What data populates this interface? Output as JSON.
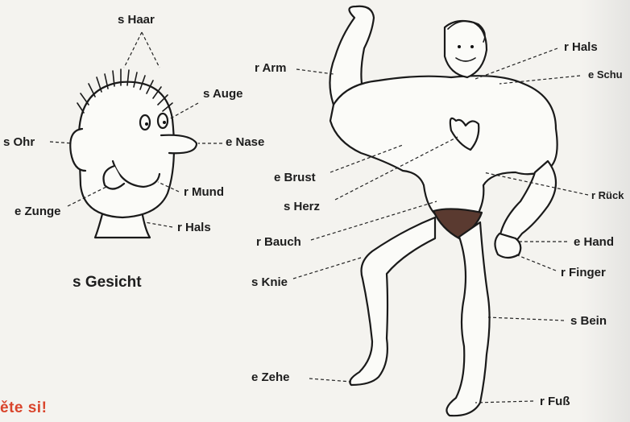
{
  "face": {
    "title": "s Gesicht",
    "labels": {
      "haar": "s Haar",
      "auge": "s Auge",
      "ohr": "s Ohr",
      "nase": "e Nase",
      "mund": "r Mund",
      "zunge": "e Zunge",
      "hals": "r Hals"
    }
  },
  "body": {
    "labels": {
      "arm": "r Arm",
      "hals": "r Hals",
      "schulter": "e Schu",
      "brust": "e Brust",
      "herz": "s Herz",
      "ruecken": "r Rück",
      "bauch": "r Bauch",
      "hand": "e Hand",
      "finger": "r Finger",
      "knie": "s Knie",
      "bein": "s Bein",
      "zehe": "e Zehe",
      "fuss": "r Fuß"
    }
  },
  "footer": {
    "heading": "ěte si!"
  }
}
